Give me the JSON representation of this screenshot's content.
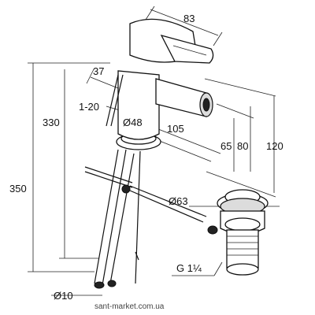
{
  "dimensions": {
    "handle_length": "83",
    "handle_offset": "37",
    "tilt_angle": "1-20",
    "body_diameter": "Ø48",
    "spout_reach": "105",
    "height_330": "330",
    "height_350": "350",
    "spout_height": "65",
    "aerator_height": "80",
    "top_height": "120",
    "waste_diameter": "Ø63",
    "waste_thread": "G 1¼",
    "hose_diameter": "Ø10"
  },
  "watermark": "sant-market.com.ua"
}
